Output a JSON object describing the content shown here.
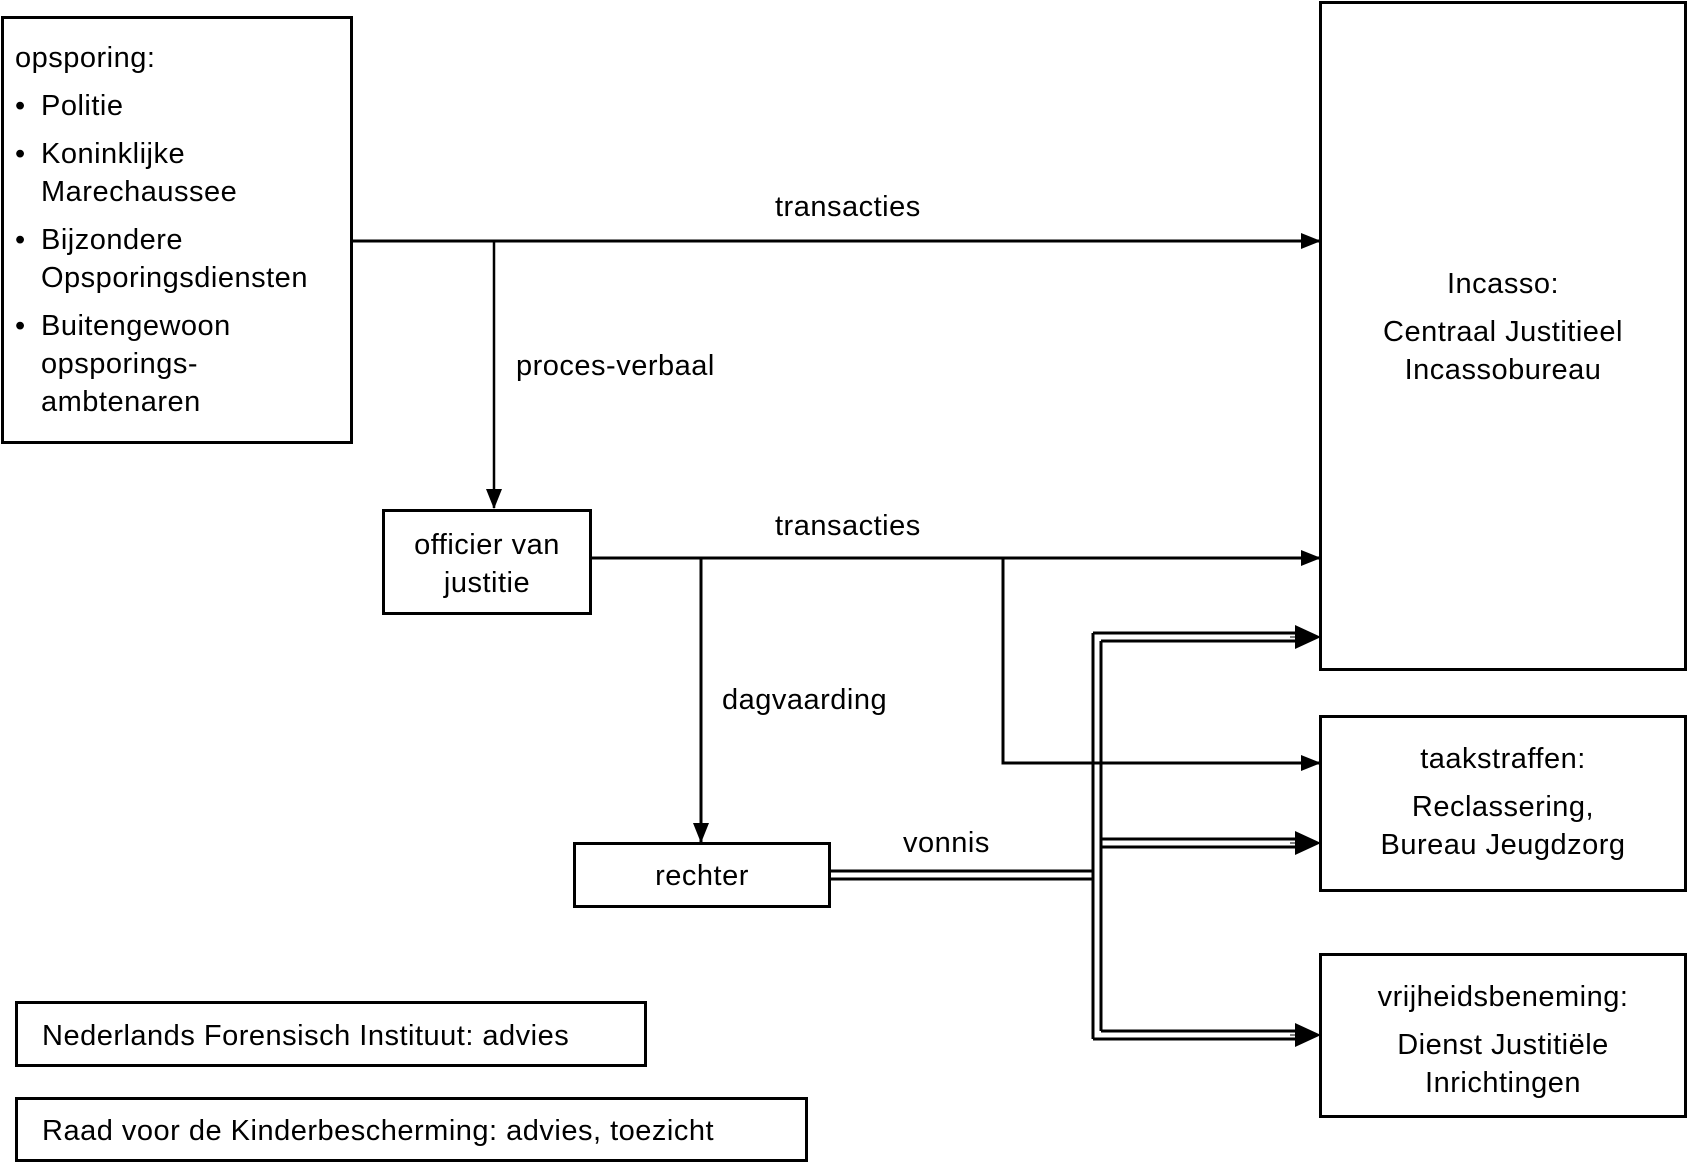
{
  "opsporing": {
    "title": "opsporing:",
    "items": [
      [
        "Politie"
      ],
      [
        "Koninklijke",
        "Marechaussee"
      ],
      [
        "Bijzondere",
        "Opsporingsdiensten"
      ],
      [
        "Buitengewoon",
        "opsporings-",
        "ambtenaren"
      ]
    ]
  },
  "officier": [
    "officier van",
    "justitie"
  ],
  "rechter": "rechter",
  "incasso": {
    "title": "Incasso:",
    "lines": [
      "Centraal Justitieel",
      "Incassobureau"
    ]
  },
  "taakstraffen": {
    "title": "taakstraffen:",
    "lines": [
      "Reclassering,",
      "Bureau Jeugdzorg"
    ]
  },
  "vrijheid": {
    "title": "vrijheidsbeneming:",
    "lines": [
      "Dienst Justitiële",
      "Inrichtingen"
    ]
  },
  "nfi": "Nederlands Forensisch Instituut: advies",
  "raad": "Raad voor de Kinderbescherming: advies, toezicht",
  "labels": {
    "transacties_top": "transacties",
    "proces_verbaal": "proces-verbaal",
    "transacties_mid": "transacties",
    "dagvaarding": "dagvaarding",
    "vonnis": "vonnis"
  }
}
